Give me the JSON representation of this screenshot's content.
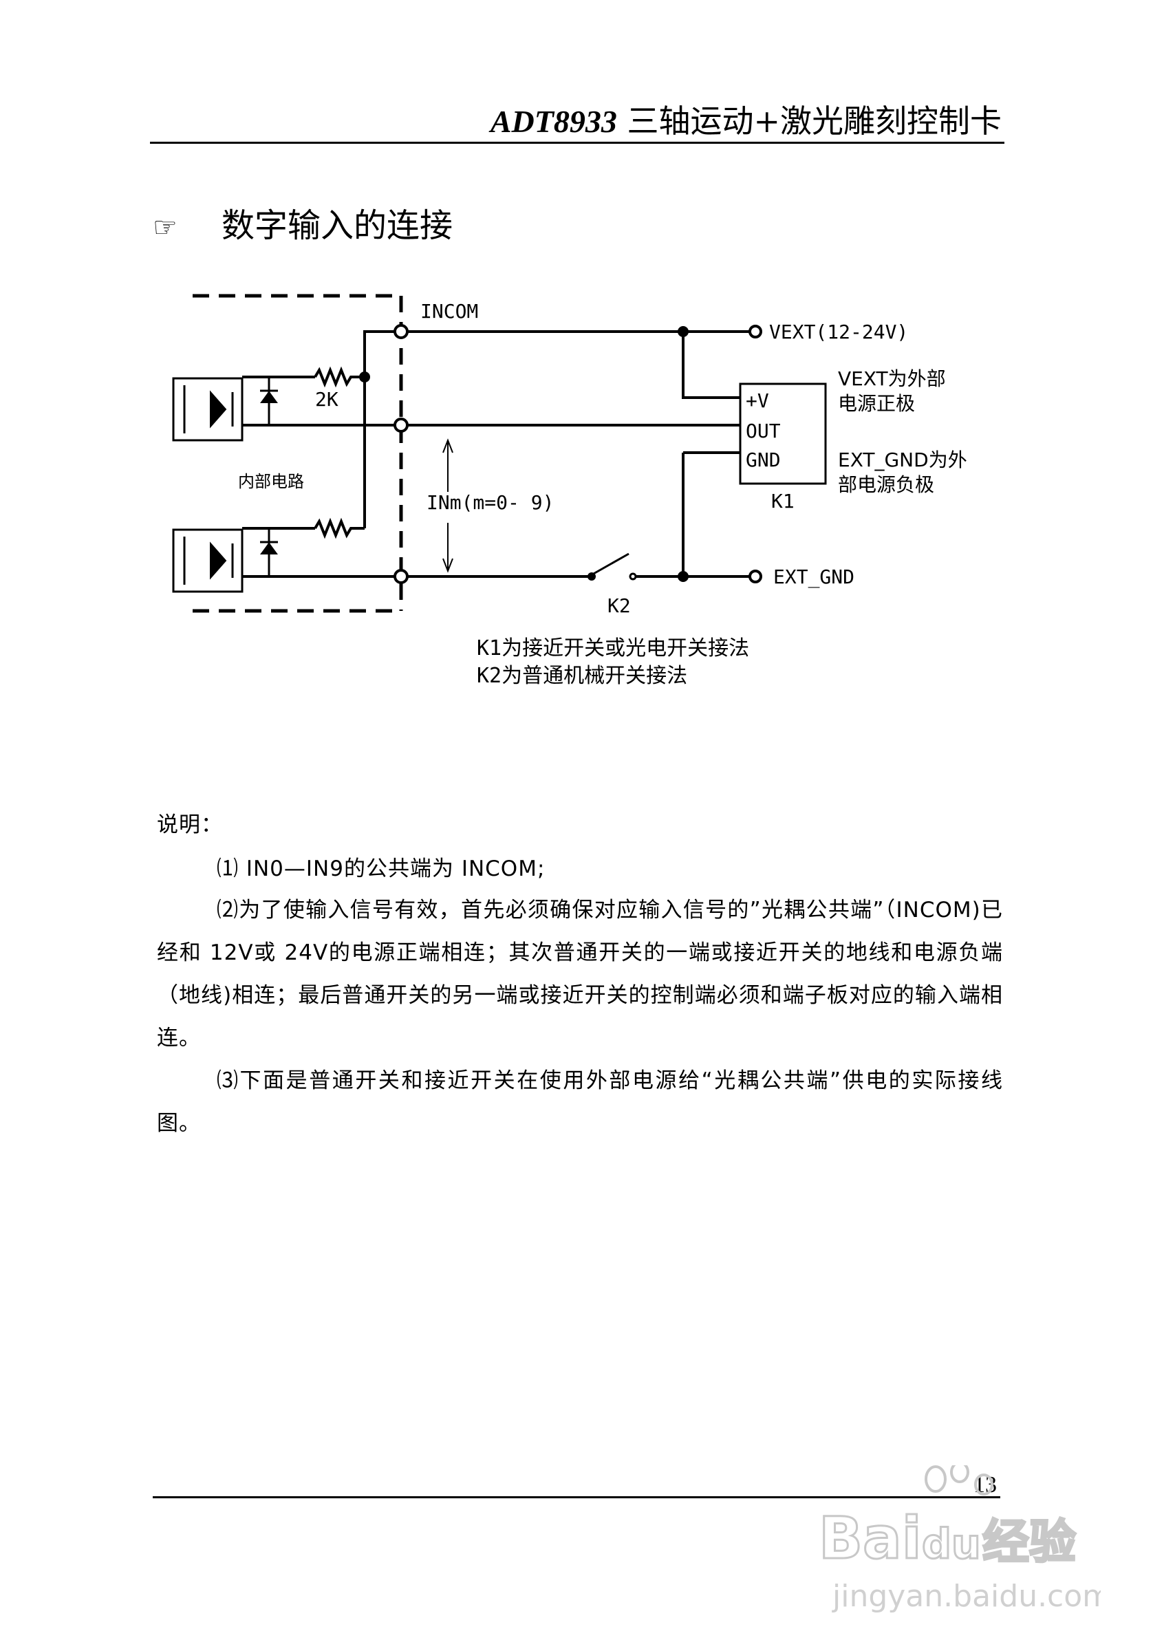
{
  "header": {
    "model": "ADT8933",
    "title": " 三轴运动+激光雕刻控制卡"
  },
  "section": {
    "heading": "数字输入的连接"
  },
  "diagram": {
    "incom": "INCOM",
    "vext": "VEXT(12-24V)",
    "vext_desc_1": "VEXT为外部",
    "vext_desc_2": "电源正极",
    "ext_gnd_desc_1": "EXT_GND为外",
    "ext_gnd_desc_2": "部电源负极",
    "resistor": "2K",
    "internal": "内部电路",
    "inm": "INm(m=0- 9)",
    "k1_pin_v": "+V",
    "k1_pin_out": "OUT",
    "k1_pin_gnd": "GND",
    "k1_label": "K1",
    "k2_label": "K2",
    "ext_gnd": "EXT_GND",
    "caption_1": "K1为接近开关或光电开关接法",
    "caption_2": "K2为普通机械开关接法"
  },
  "notes": {
    "label": "说明：",
    "item_1": "⑴ IN0—IN9的公共端为 INCOM;",
    "item_2": "⑵为了使输入信号有效，首先必须确保对应输入信号的”光耦公共端”（INCOM)已经和 12V或 24V的电源正端相连；其次普通开关的一端或接近开关的地线和电源负端（地线)相连；最后普通开关的另一端或接近开关的控制端必须和端子板对应的输入端相连。",
    "item_3": "⑶下面是普通开关和接近开关在使用外部电源给“光耦公共端”供电的实际接线图。"
  },
  "footer": {
    "page_number": "13"
  },
  "watermark": {
    "text_1": "Bai",
    "text_2": "du",
    "text_3": "经验",
    "url": "jingyan.baidu.com"
  }
}
